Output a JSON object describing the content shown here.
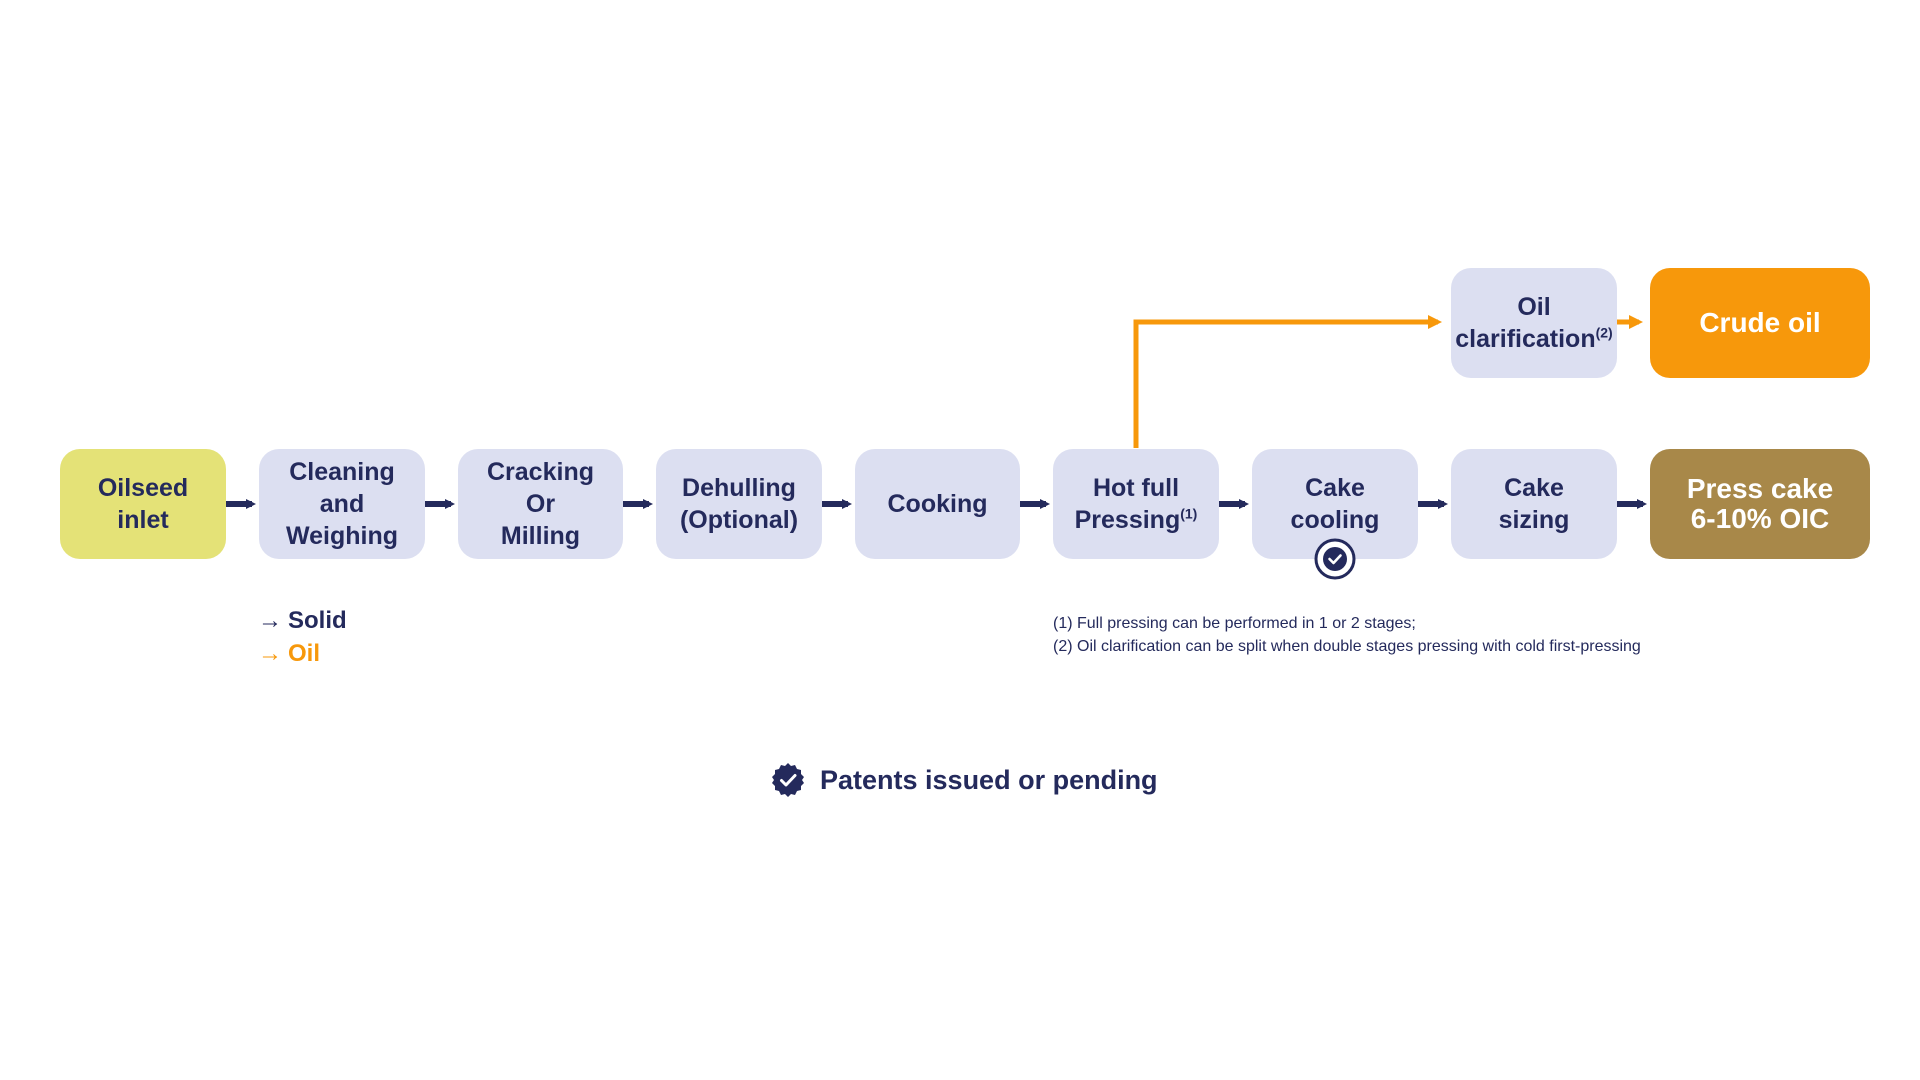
{
  "nodes": {
    "oilseed_inlet": "Oilseed\ninlet",
    "cleaning": "Cleaning\nand\nWeighing",
    "cracking": "Cracking\nOr\nMilling",
    "dehulling": "Dehulling\n(Optional)",
    "cooking": "Cooking",
    "hot_pressing": "Hot full\nPressing",
    "hot_pressing_note": "(1)",
    "cake_cooling": "Cake\ncooling",
    "cake_sizing": "Cake\nsizing",
    "press_cake": "Press cake\n6-10% OIC",
    "oil_clarification_line1": "Oil",
    "oil_clarification_line2": "clarification",
    "oil_clarification_note": "(2)",
    "crude_oil": "Crude oil"
  },
  "legend": {
    "solid_label": "Solid",
    "oil_label": "Oil",
    "arrow_glyph": "→"
  },
  "notes": {
    "note1": "(1) Full pressing can be performed in 1 or 2 stages;",
    "note2": "(2) Oil clarification can be split when double stages pressing with cold first-pressing"
  },
  "patent": {
    "label": "Patents issued or pending",
    "icon": "check-badge-icon"
  },
  "colors": {
    "navy": "#242a5c",
    "step_fill": "#dcdff1",
    "inlet_fill": "#e4e277",
    "oil_orange": "#f7980b",
    "cake_brown": "#a88849"
  }
}
